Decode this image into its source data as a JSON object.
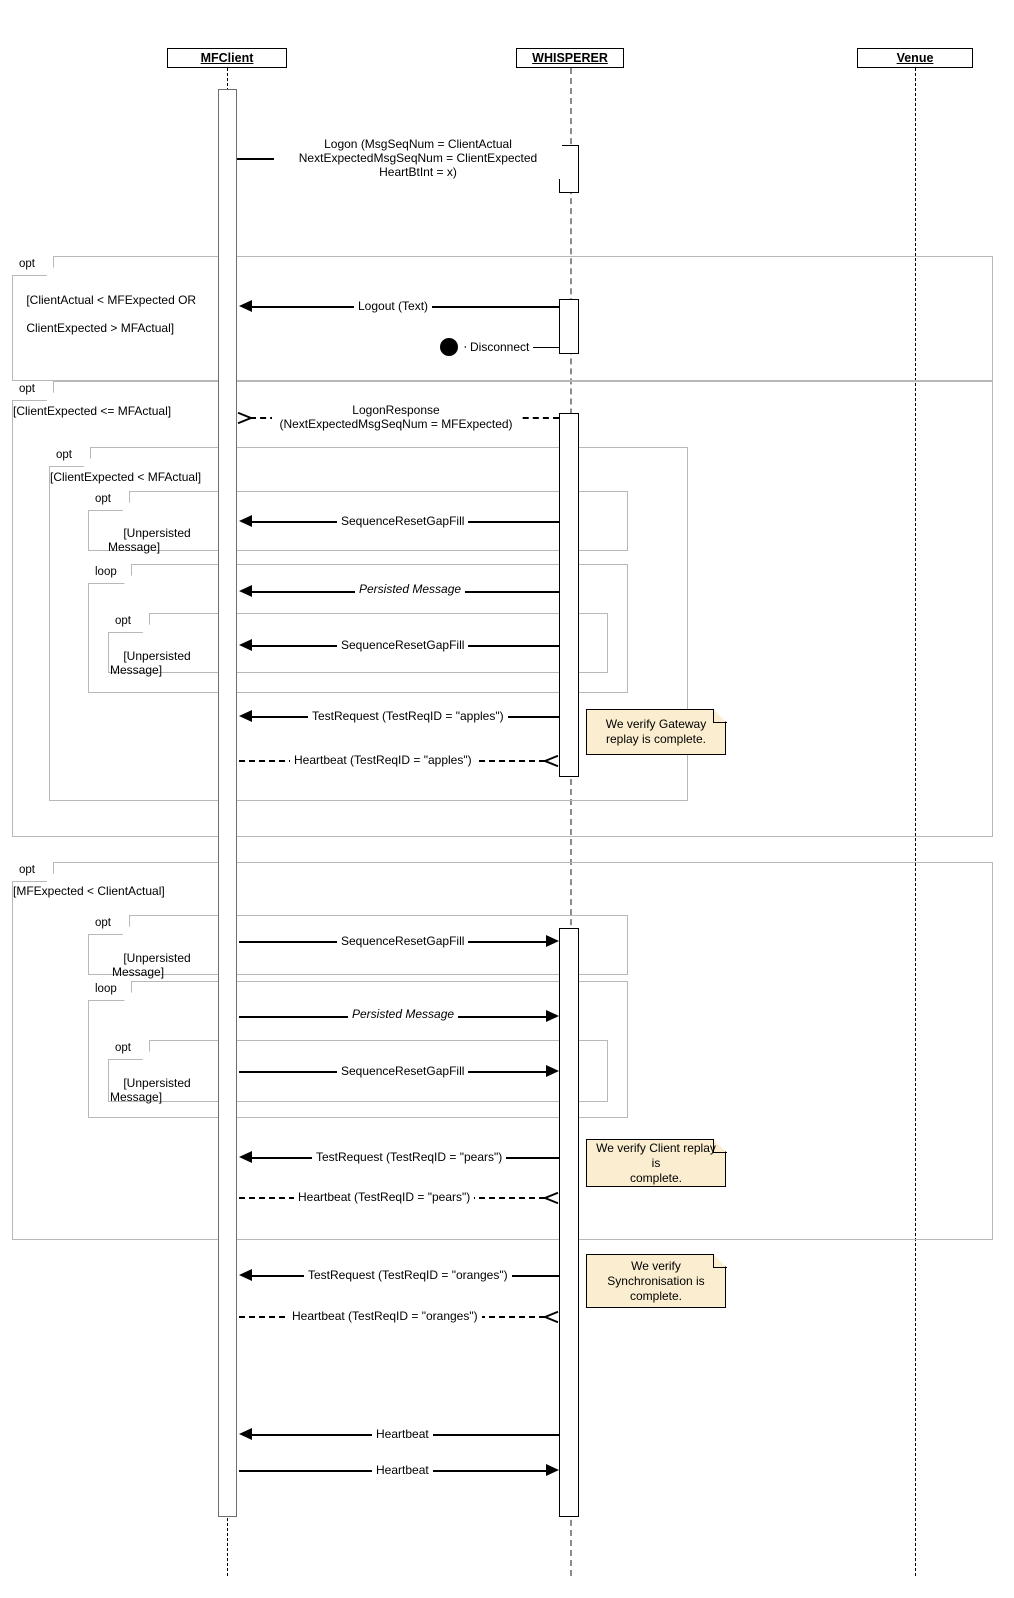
{
  "diagram": {
    "type": "uml-sequence-diagram",
    "participants": [
      {
        "id": "mfclient",
        "label": "MFClient"
      },
      {
        "id": "whisperer",
        "label": "WHISPERER"
      },
      {
        "id": "venue",
        "label": "Venue"
      }
    ],
    "fragments": [
      {
        "id": "frag-logout",
        "operator": "opt",
        "guard": "[ClientActual < MFExpected OR\nClientExpected > MFActual]"
      },
      {
        "id": "frag-logon-resp",
        "operator": "opt",
        "guard": "[ClientExpected <= MFActual]"
      },
      {
        "id": "frag-gw-replay",
        "operator": "opt",
        "guard": "[ClientExpected < MFActual]"
      },
      {
        "id": "frag-gw-unp-1",
        "operator": "opt",
        "guard": "[Unpersisted\nMessage]"
      },
      {
        "id": "frag-gw-loop",
        "operator": "loop",
        "guard": ""
      },
      {
        "id": "frag-gw-unp-2",
        "operator": "opt",
        "guard": "[Unpersisted\nMessage]"
      },
      {
        "id": "frag-cl-replay",
        "operator": "opt",
        "guard": "[MFExpected < ClientActual]"
      },
      {
        "id": "frag-cl-unp-1",
        "operator": "opt",
        "guard": "[Unpersisted\n Message]"
      },
      {
        "id": "frag-cl-loop",
        "operator": "loop",
        "guard": ""
      },
      {
        "id": "frag-cl-unp-2",
        "operator": "opt",
        "guard": "[Unpersisted\nMessage]"
      }
    ],
    "messages": [
      {
        "id": "m-logon",
        "label": "Logon (MsgSeqNum = ClientActual\nNextExpectedMsgSeqNum = ClientExpected\nHeartBtInt = x)",
        "from": "mfclient",
        "to": "whisperer",
        "style": "solid",
        "arrow": "filled"
      },
      {
        "id": "m-logout",
        "label": "Logout (Text)",
        "from": "whisperer",
        "to": "mfclient",
        "style": "solid",
        "arrow": "filled"
      },
      {
        "id": "m-disconnect",
        "label": "Disconnect",
        "from": "whisperer",
        "to": "terminator",
        "style": "solid",
        "arrow": "filled"
      },
      {
        "id": "m-logon-resp",
        "label": "LogonResponse\n(NextExpectedMsgSeqNum = MFExpected)",
        "from": "whisperer",
        "to": "mfclient",
        "style": "dashed",
        "arrow": "open"
      },
      {
        "id": "m-srgf-1",
        "label": "SequenceResetGapFill",
        "from": "whisperer",
        "to": "mfclient",
        "style": "solid",
        "arrow": "filled"
      },
      {
        "id": "m-persisted-1",
        "label": "Persisted Message",
        "from": "whisperer",
        "to": "mfclient",
        "style": "solid",
        "arrow": "filled",
        "italic": true
      },
      {
        "id": "m-srgf-2",
        "label": "SequenceResetGapFill",
        "from": "whisperer",
        "to": "mfclient",
        "style": "solid",
        "arrow": "filled"
      },
      {
        "id": "m-testreq-apples",
        "label": "TestRequest (TestReqID = \"apples\")",
        "from": "whisperer",
        "to": "mfclient",
        "style": "solid",
        "arrow": "filled"
      },
      {
        "id": "m-hb-apples",
        "label": "Heartbeat (TestReqID = \"apples\")",
        "from": "mfclient",
        "to": "whisperer",
        "style": "dashed",
        "arrow": "open"
      },
      {
        "id": "m-srgf-3",
        "label": "SequenceResetGapFill",
        "from": "mfclient",
        "to": "whisperer",
        "style": "solid",
        "arrow": "filled"
      },
      {
        "id": "m-persisted-2",
        "label": "Persisted Message",
        "from": "mfclient",
        "to": "whisperer",
        "style": "solid",
        "arrow": "filled",
        "italic": true
      },
      {
        "id": "m-srgf-4",
        "label": "SequenceResetGapFill",
        "from": "mfclient",
        "to": "whisperer",
        "style": "solid",
        "arrow": "filled"
      },
      {
        "id": "m-testreq-pears",
        "label": "TestRequest (TestReqID = \"pears\")",
        "from": "whisperer",
        "to": "mfclient",
        "style": "solid",
        "arrow": "filled"
      },
      {
        "id": "m-hb-pears",
        "label": "Heartbeat (TestReqID = \"pears\")",
        "from": "mfclient",
        "to": "whisperer",
        "style": "dashed",
        "arrow": "open"
      },
      {
        "id": "m-testreq-oranges",
        "label": "TestRequest (TestReqID = \"oranges\")",
        "from": "whisperer",
        "to": "mfclient",
        "style": "solid",
        "arrow": "filled"
      },
      {
        "id": "m-hb-oranges",
        "label": "Heartbeat (TestReqID = \"oranges\")",
        "from": "mfclient",
        "to": "whisperer",
        "style": "dashed",
        "arrow": "open"
      },
      {
        "id": "m-hb-in",
        "label": "Heartbeat",
        "from": "whisperer",
        "to": "mfclient",
        "style": "solid",
        "arrow": "filled"
      },
      {
        "id": "m-hb-out",
        "label": "Heartbeat",
        "from": "mfclient",
        "to": "whisperer",
        "style": "solid",
        "arrow": "filled"
      }
    ],
    "notes": [
      {
        "id": "note-gateway",
        "text": "We verify Gateway replay is complete."
      },
      {
        "id": "note-client",
        "text": "We verify Client replay is complete."
      },
      {
        "id": "note-sync",
        "text": "We verify Synchronisation is complete."
      }
    ],
    "colors": {
      "note_fill": "#fbeed0",
      "frame_border": "#b8b8b8",
      "line": "#000000",
      "lifeline_grey": "#8c8c8c"
    },
    "labels": {
      "logon_line1": "Logon (MsgSeqNum = ClientActual",
      "logon_line2": "NextExpectedMsgSeqNum = ClientExpected",
      "logon_line3": "HeartBtInt = x)",
      "logout": "Logout (Text)",
      "disconnect": "Disconnect",
      "logonresp_line1": "LogonResponse",
      "logonresp_line2": "(NextExpectedMsgSeqNum = MFExpected)",
      "srgf": "SequenceResetGapFill",
      "persisted": "Persisted Message",
      "testreq_apples": "TestRequest (TestReqID = \"apples\")",
      "hb_apples": "Heartbeat (TestReqID = \"apples\")",
      "testreq_pears": "TestRequest (TestReqID = \"pears\")",
      "hb_pears": "Heartbeat (TestReqID = \"pears\")",
      "testreq_oranges": "TestRequest (TestReqID = \"oranges\")",
      "hb_oranges": "Heartbeat (TestReqID = \"oranges\")",
      "heartbeat": "Heartbeat",
      "opt": "opt",
      "loop": "loop",
      "note_gateway_l1": "We verify Gateway",
      "note_gateway_l2": "replay is complete.",
      "note_client_l1": "We verify Client replay is",
      "note_client_l2": "complete.",
      "note_sync_l1": "We verify",
      "note_sync_l2": "Synchronisation is",
      "note_sync_l3": "complete.",
      "guard_logout_l1": "[ClientActual < MFExpected OR",
      "guard_logout_l2": "ClientExpected > MFActual]",
      "guard_logonresp": "[ClientExpected <= MFActual]",
      "guard_gwreplay": "[ClientExpected < MFActual]",
      "guard_unpersisted_l1": "[Unpersisted",
      "guard_unpersisted_l2": "Message]",
      "guard_clreplay": "[MFExpected < ClientActual]"
    }
  }
}
